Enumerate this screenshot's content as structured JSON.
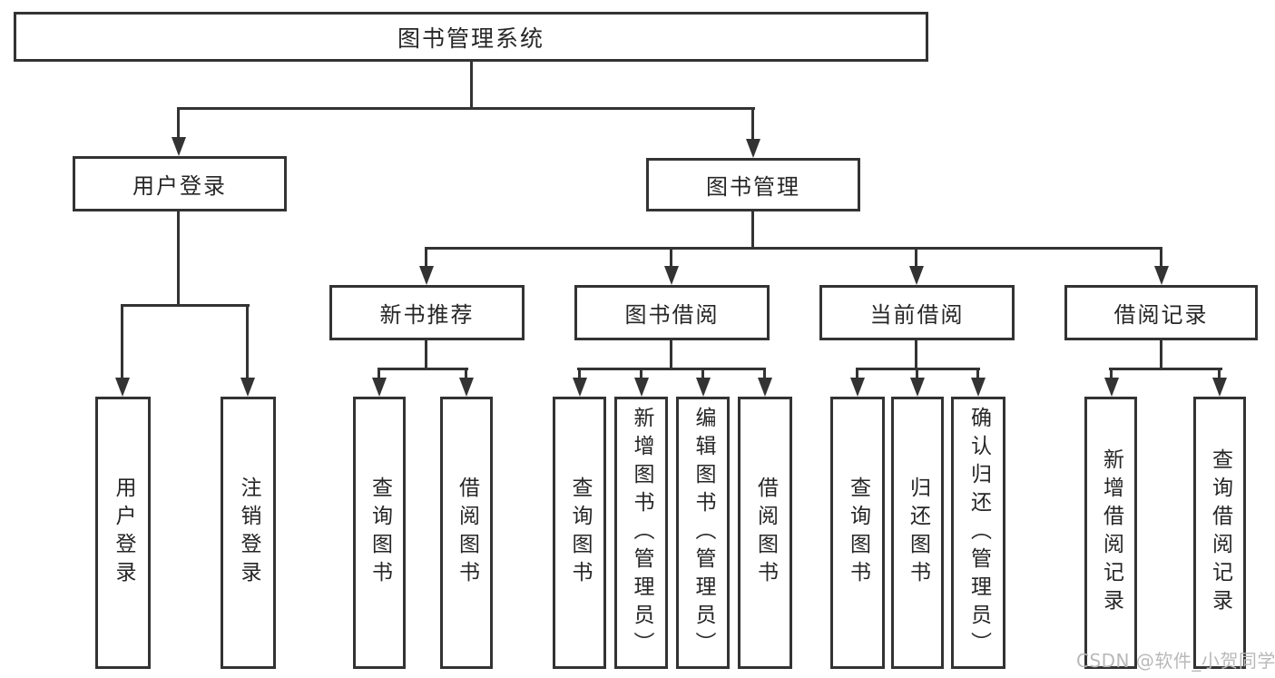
{
  "colors": {
    "line": "#333333",
    "text": "#262626",
    "background": "#ffffff",
    "watermark": "#b9b9b9"
  },
  "watermark": {
    "text": "CSDN @软件_小贺同学"
  },
  "tree": {
    "label": "图书管理系统",
    "children": [
      {
        "label": "用户登录",
        "children": [
          {
            "label": "用户登录"
          },
          {
            "label": "注销登录"
          }
        ]
      },
      {
        "label": "图书管理",
        "children": [
          {
            "label": "新书推荐",
            "children": [
              {
                "label": "查询图书"
              },
              {
                "label": "借阅图书"
              }
            ]
          },
          {
            "label": "图书借阅",
            "children": [
              {
                "label": "查询图书"
              },
              {
                "label": "新增图书（管理员）"
              },
              {
                "label": "编辑图书（管理员）"
              },
              {
                "label": "借阅图书"
              }
            ]
          },
          {
            "label": "当前借阅",
            "children": [
              {
                "label": "查询图书"
              },
              {
                "label": "归还图书"
              },
              {
                "label": "确认归还（管理员）"
              }
            ]
          },
          {
            "label": "借阅记录",
            "children": [
              {
                "label": "新增借阅记录"
              },
              {
                "label": "查询借阅记录"
              }
            ]
          }
        ]
      }
    ]
  }
}
